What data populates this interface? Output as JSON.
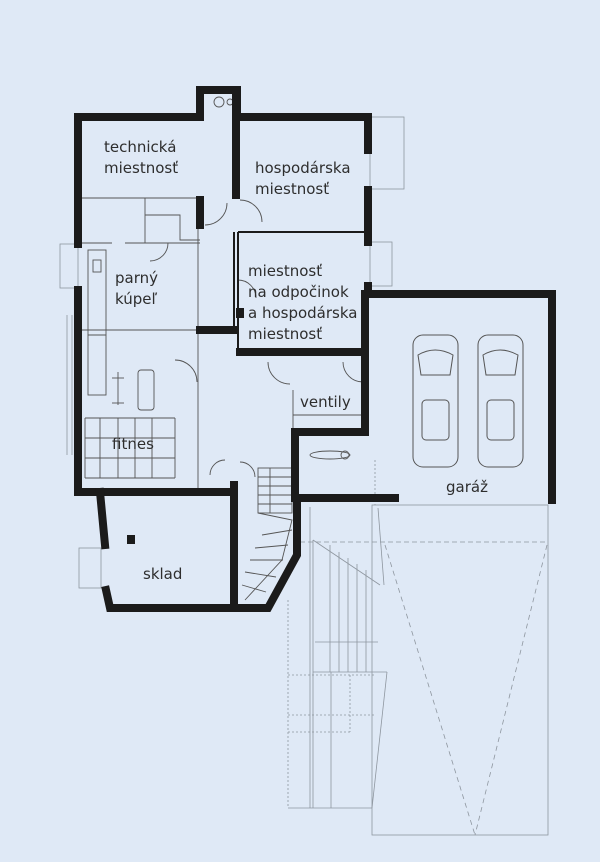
{
  "plan": {
    "rooms": {
      "technical": [
        "technická",
        "miestnosť"
      ],
      "utility": [
        "hospodárska",
        "miestnosť"
      ],
      "steam": [
        "parný",
        "kúpeľ"
      ],
      "rest": [
        "miestnosť",
        "na odpočinok",
        "a hospodárska",
        "miestnosť"
      ],
      "valves": "ventily",
      "fitness": "fitnes",
      "garage": "garáž",
      "storage": "sklad"
    }
  },
  "colors": {
    "background": "#dfe9f6",
    "wall": "#1b1b1b",
    "line": "#8e969f"
  }
}
